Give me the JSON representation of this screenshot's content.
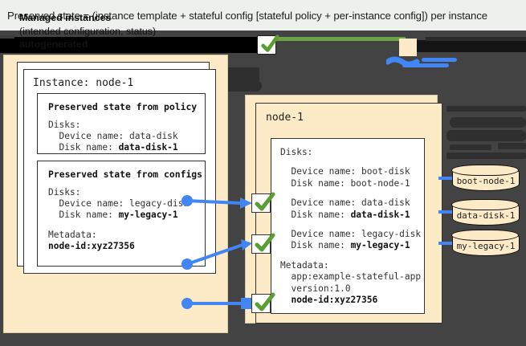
{
  "caption": "Preserved state = (instance template + stateful config [stateful policy + per-instance config]) per instance",
  "left_panel": {
    "title_line1": "Managed instances",
    "title_line2": "(intended configuration, status)",
    "title_line3": "autogenerated",
    "instance_label": "Instance: node-1",
    "policy_box": {
      "heading": "Preserved state from policy",
      "lines": [
        "Disks:",
        "  Device name: data-disk",
        "  Disk name: "
      ],
      "bold_value": "data-disk-1"
    },
    "configs_box": {
      "heading": "Preserved state from configs",
      "lines": [
        "Disks:",
        "  Device name: legacy-disk",
        "  Disk name: "
      ],
      "bold_value": "my-legacy-1",
      "metadata_label": "Metadata:",
      "metadata_value": "node-id:xyz27356"
    }
  },
  "right_panel": {
    "node_label": "node-1",
    "disks_label": "Disks:",
    "entries": [
      {
        "device": "  Device name: boot-disk",
        "disk_plain": "  Disk name: boot-node-1",
        "disk_bold": ""
      },
      {
        "device": "  Device name: data-disk",
        "disk_plain": "  Disk name: ",
        "disk_bold": "data-disk-1"
      },
      {
        "device": "  Device name: legacy-disk",
        "disk_plain": "  Disk name: ",
        "disk_bold": "my-legacy-1"
      }
    ],
    "metadata_label": "Metadata:",
    "metadata_lines": [
      "  app:example-stateful-app",
      "  version:1.0"
    ],
    "metadata_bold": "  node-id:xyz27356"
  },
  "disks": [
    {
      "name": "boot-node-1"
    },
    {
      "name": "data-disk-1"
    },
    {
      "name": "my-legacy-1"
    }
  ],
  "colors": {
    "beige": "#fdebc8",
    "dark_canvas": "#434343",
    "blue_connector": "#4285f4",
    "green_check": "#5a9e31",
    "caption_bg": "#eef0ee"
  },
  "icons": {
    "check": "check-mark-icon",
    "disk": "disk-cylinder-icon"
  }
}
